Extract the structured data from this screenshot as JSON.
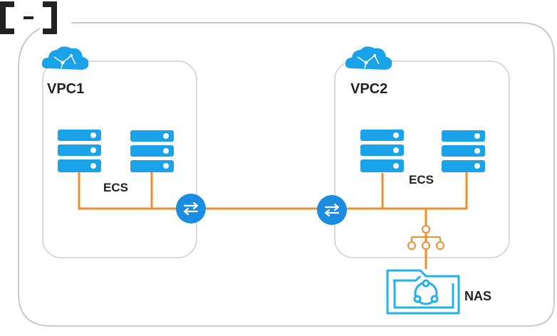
{
  "diagram": {
    "vpcs": [
      {
        "label": "VPC1",
        "ecs_label": "ECS"
      },
      {
        "label": "VPC2",
        "ecs_label": "ECS"
      }
    ],
    "nas_label": "NAS",
    "colors": {
      "outer_border": "#c9c9c9",
      "vpc_border": "#cfcfcf",
      "server": "#1aa3e8",
      "cloud": "#1aa3e8",
      "router": "#1a8de0",
      "link": "#f08d2c",
      "nas": "#22b1e8",
      "logo": "#222222"
    },
    "icons": [
      "aliyun-logo",
      "cloud-icon",
      "server-icon",
      "router-icon",
      "network-switch-icon",
      "nas-icon"
    ]
  }
}
